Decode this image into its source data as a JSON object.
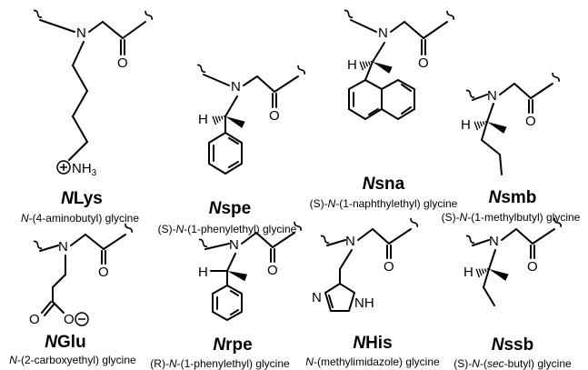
{
  "atoms": {
    "N": "N",
    "O": "O",
    "H": "H",
    "NH3": "NH",
    "NH3_sub": "3",
    "NH": "NH",
    "N_ring": "N"
  },
  "residues": [
    {
      "id": "nlys",
      "code_italic": "N",
      "code_rest": "Lys",
      "desc_italic": "N",
      "desc_rest": "-(4-aminobutyl) glycine"
    },
    {
      "id": "nspe",
      "code_italic": "N",
      "code_rest": "spe",
      "desc_pre": "(S)-",
      "desc_italic": "N",
      "desc_rest": "-(1-phenylethyl) glycine"
    },
    {
      "id": "nsna",
      "code_italic": "N",
      "code_rest": "sna",
      "desc_pre": "(S)-",
      "desc_italic": "N",
      "desc_rest": "-(1-naphthylethyl) glycine"
    },
    {
      "id": "nsmb",
      "code_italic": "N",
      "code_rest": "smb",
      "desc_pre": "(S)-",
      "desc_italic": "N",
      "desc_rest": "-(1-methylbutyl) glycine"
    },
    {
      "id": "nglu",
      "code_italic": "N",
      "code_rest": "Glu",
      "desc_italic": "N",
      "desc_rest": "-(2-carboxyethyl) glycine"
    },
    {
      "id": "nrpe",
      "code_italic": "N",
      "code_rest": "rpe",
      "desc_pre": "(R)-",
      "desc_italic": "N",
      "desc_rest": "-(1-phenylethyl) glycine"
    },
    {
      "id": "nhis",
      "code_italic": "N",
      "code_rest": "His",
      "desc_italic": "N",
      "desc_rest": "-(methylimidazole) glycine"
    },
    {
      "id": "nssb",
      "code_italic": "N",
      "code_rest": "ssb",
      "desc_pre": "(S)-",
      "desc_italic": "N",
      "desc_mid": "-(",
      "desc_italic2": "sec",
      "desc_rest": "-butyl) glycine"
    }
  ]
}
